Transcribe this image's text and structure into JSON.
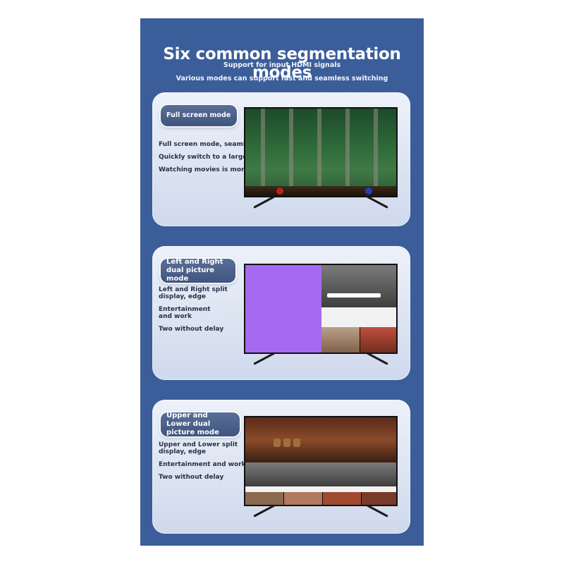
{
  "header": {
    "title": "Six common segmentation modes",
    "subtitle_line1": "Support for input HDMI signals",
    "subtitle_line2": "Various modes can support fast and seamless switching"
  },
  "modes": [
    {
      "label": "Full screen mode",
      "lines": [
        "Full screen mode, seamless",
        "Quickly switch to a large screen",
        "Watching movies is more enjoyable"
      ],
      "screen": "full-screen-game"
    },
    {
      "label": "Left and Right dual picture mode",
      "lines": [
        "Left and Right split\ndisplay, edge",
        "Entertainment\nand work",
        "Two without delay"
      ],
      "screen": "left-right-split"
    },
    {
      "label": "Upper and Lower dual picture mode",
      "lines": [
        "Upper and Lower split\ndisplay, edge",
        "Entertainment and work",
        "Two without delay"
      ],
      "screen": "top-bottom-split"
    }
  ],
  "colors": {
    "poster_background": "#3b5e9a",
    "card_background": "#dbe3f1",
    "pill_background": "#4a5f8a",
    "purple_panel": "#a66af0"
  }
}
